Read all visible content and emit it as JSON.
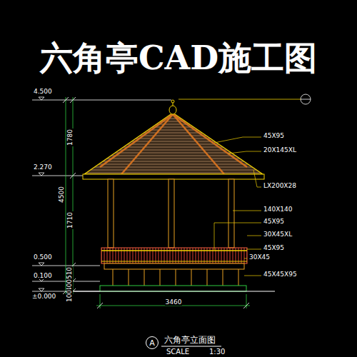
{
  "diagram": {
    "title": "六角亭CAD施工图",
    "caption": "六角亭立面图",
    "nodes": [
      {
        "text": [
          "A"
        ]
      }
    ],
    "labels": [
      "4.500",
      "2.270",
      "0.500",
      "0.100",
      "±0.000",
      "1780",
      "4500",
      "1710",
      "510",
      "400",
      "100",
      "3460",
      "45X95",
      "20X145XL",
      "LX200X28",
      "140X140",
      "45X95",
      "30X45XL",
      "45X95",
      "30X45",
      "45X45X95",
      "SCALE",
      "1:30"
    ]
  }
}
